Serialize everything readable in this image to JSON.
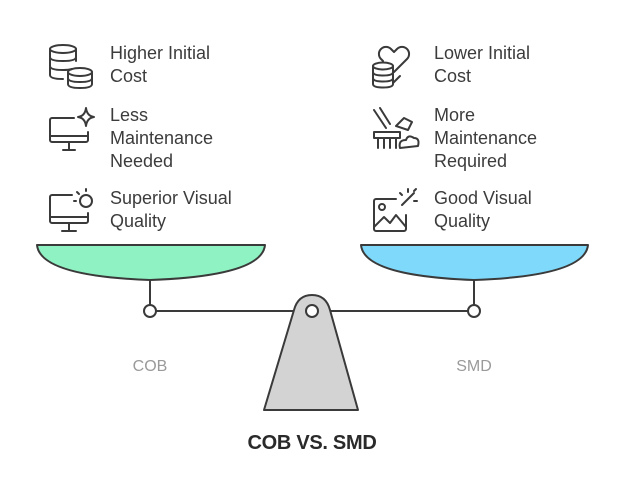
{
  "title": "COB VS. SMD",
  "left": {
    "label": "COB",
    "pan_color": "#8ef2c2",
    "items": [
      {
        "icon": "coin-stack-icon",
        "text": "Higher Initial\nCost"
      },
      {
        "icon": "monitor-sparkle-icon",
        "text": "Less\nMaintenance\nNeeded"
      },
      {
        "icon": "monitor-sun-icon",
        "text": "Superior Visual\nQuality"
      }
    ]
  },
  "right": {
    "label": "SMD",
    "pan_color": "#7fd9fb",
    "items": [
      {
        "icon": "heart-coins-icon",
        "text": "Lower Initial\nCost"
      },
      {
        "icon": "cleaning-brush-icon",
        "text": "More\nMaintenance\nRequired"
      },
      {
        "icon": "image-sparkle-icon",
        "text": "Good Visual\nQuality"
      }
    ]
  },
  "colors": {
    "stand": "#d3d3d3",
    "stroke": "#3a3a3a"
  }
}
